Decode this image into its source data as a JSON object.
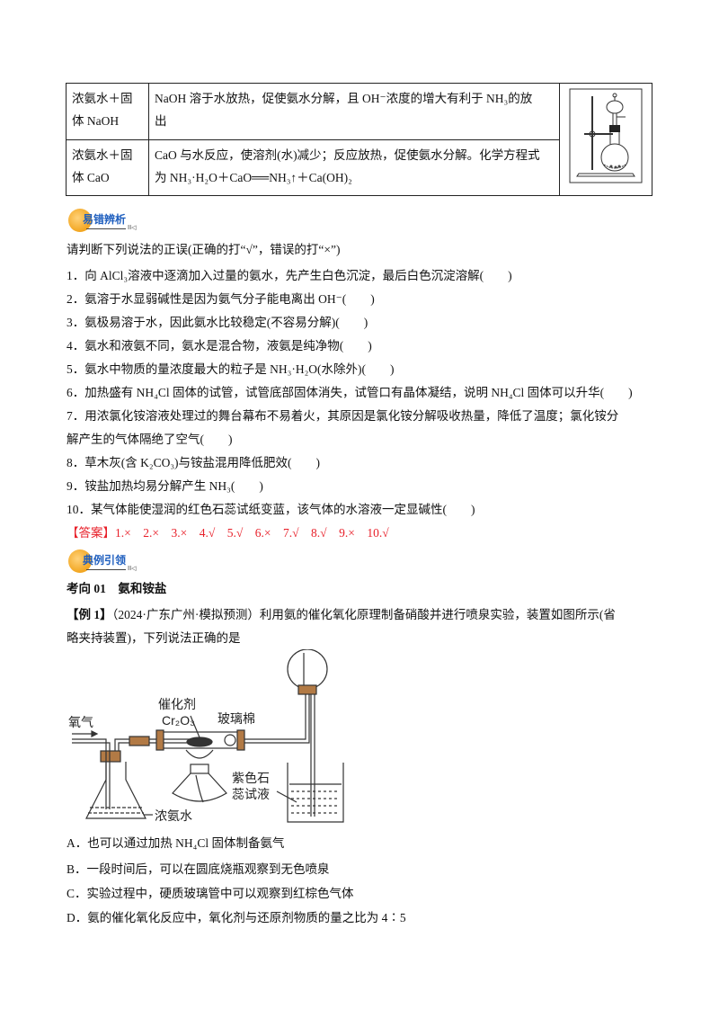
{
  "methods_table": {
    "rows": [
      {
        "reagents": [
          "浓氨水＋固",
          "体 NaOH"
        ],
        "explanation_line1": "NaOH 溶于水放热，促使氨水分解，且 OH⁻浓度的增大有利于 NH₃的放",
        "explanation_line2": "出"
      },
      {
        "reagents": [
          "浓氨水＋固",
          "体 CaO"
        ],
        "explanation_line1": "CaO 与水反应，使溶剂(水)减少；反应放热，促使氨水分解。化学方程式",
        "explanation_line2": "为 NH₃·H₂O＋CaO══NH₃↑＋Ca(OH)₂"
      }
    ],
    "apparatus_image": "flask-with-separatory-funnel-apparatus"
  },
  "section_error_analysis": {
    "badge_label": "易错辨析",
    "instruction": "请判断下列说法的正误(正确的打“√”，错误的打“×”)",
    "items": [
      "1．向 AlCl₃溶液中逐滴加入过量的氨水，先产生白色沉淀，最后白色沉淀溶解(　　)",
      "2．氨溶于水显弱碱性是因为氨气分子能电离出 OH⁻(　　)",
      "3．氨极易溶于水，因此氨水比较稳定(不容易分解)(　　)",
      "4．氨水和液氨不同，氨水是混合物，液氨是纯净物(　　)",
      "5．氨水中物质的量浓度最大的粒子是 NH₃·H₂O(水除外)(　　)",
      "6．加热盛有 NH₄Cl 固体的试管，试管底部固体消失，试管口有晶体凝结，说明 NH₄Cl 固体可以升华(　　)",
      "7．用浓氯化铵溶液处理过的舞台幕布不易着火，其原因是氯化铵分解吸收热量，降低了温度；氯化铵分",
      "解产生的气体隔绝了空气(　　)",
      "8．草木灰(含 K₂CO₃)与铵盐混用降低肥效(　　)",
      "9．铵盐加热均易分解产生 NH₃(　　)",
      "10．某气体能使湿润的红色石蕊试纸变蓝，该气体的水溶液一定显碱性(　　)"
    ],
    "answer_label": "【答案】",
    "answers": "1.×　2.×　3.×　4.√　5.√　6.×　7.√　8.√　9.×　10.√"
  },
  "section_examples": {
    "badge_label": "典例引领",
    "topic": "考向 01　氨和铵盐",
    "example_tag": "【例 1】",
    "example_source": "（2024·广东广州·模拟预测）",
    "example_text_line1": "利用氨的催化氧化原理制备硝酸并进行喷泉实验，装置如图所示(省",
    "example_text_line2": "略夹持装置)，下列说法正确的是",
    "diagram_labels": {
      "oxygen": "氧气",
      "catalyst": "催化剂",
      "catalyst_formula": "Cr₂O₃",
      "glass_wool": "玻璃棉",
      "litmus_line1": "紫色石",
      "litmus_line2": "蕊试液",
      "ammonia_water": "浓氨水"
    },
    "options": [
      "A．也可以通过加热 NH₄Cl 固体制备氨气",
      "B．一段时间后，可以在圆底烧瓶观察到无色喷泉",
      "C．实验过程中，硬质玻璃管中可以观察到红棕色气体",
      "D．氨的催化氧化反应中，氧化剂与还原剂物质的量之比为 4∶5"
    ]
  },
  "colors": {
    "answer_red": "#e8202a",
    "badge_blue": "#1f5fbf",
    "badge_orange": "#f2a51f",
    "stopper_brown": "#b27a45"
  }
}
